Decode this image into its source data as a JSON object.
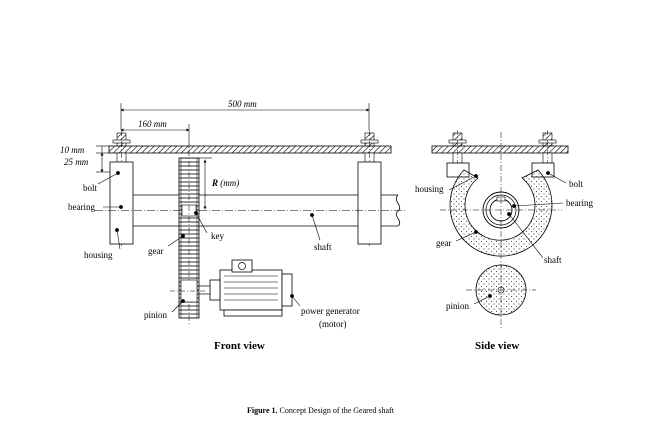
{
  "dimensions": {
    "span": "500 mm",
    "offset": "160 mm",
    "plate_thickness": "10 mm",
    "support_height": "25 mm",
    "gear_radius_bold": "R",
    "gear_radius_unit": " (mm)"
  },
  "front_labels": {
    "bolt": "bolt",
    "bearing": "bearing",
    "housing": "housing",
    "gear": "gear",
    "key": "key",
    "shaft": "shaft",
    "pinion": "pinion",
    "power_generator": "power generator",
    "motor": "(motor)"
  },
  "side_labels": {
    "housing": "housing",
    "bolt": "bolt",
    "bearing": "bearing",
    "gear": "gear",
    "shaft": "shaft",
    "pinion": "pinion"
  },
  "views": {
    "front": "Front view",
    "side": "Side view"
  },
  "caption": {
    "label": "Figure 1.",
    "text": " Concept Design of the Geared shaft"
  }
}
